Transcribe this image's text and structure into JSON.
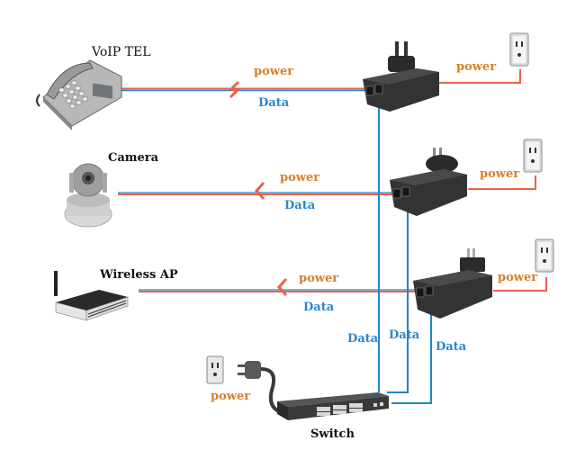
{
  "colors": {
    "power": "#e8624a",
    "data": "#1f86c6",
    "power_text": "#d4802c",
    "data_text": "#2d86c8"
  },
  "devices": [
    {
      "name": "VoIP TEL",
      "icon": "ip-phone"
    },
    {
      "name": "Camera",
      "icon": "ip-camera"
    },
    {
      "name": "Wireless AP",
      "icon": "wireless-router"
    },
    {
      "name": "Switch",
      "icon": "network-switch"
    }
  ],
  "labels": {
    "power": "power",
    "data": "Data"
  },
  "connections": [
    {
      "from": "VoIP TEL",
      "to": "PoE injector 1",
      "type": "power+data"
    },
    {
      "from": "Camera",
      "to": "PoE injector 2",
      "type": "power+data"
    },
    {
      "from": "Wireless AP",
      "to": "PoE injector 3",
      "type": "power+data"
    },
    {
      "from": "PoE injector 1",
      "to": "Wall outlet",
      "type": "power"
    },
    {
      "from": "PoE injector 2",
      "to": "Wall outlet",
      "type": "power"
    },
    {
      "from": "PoE injector 3",
      "to": "Wall outlet",
      "type": "power"
    },
    {
      "from": "PoE injector 1",
      "to": "Switch",
      "type": "data"
    },
    {
      "from": "PoE injector 2",
      "to": "Switch",
      "type": "data"
    },
    {
      "from": "PoE injector 3",
      "to": "Switch",
      "type": "data"
    },
    {
      "from": "Switch",
      "to": "Wall outlet",
      "type": "power"
    }
  ]
}
